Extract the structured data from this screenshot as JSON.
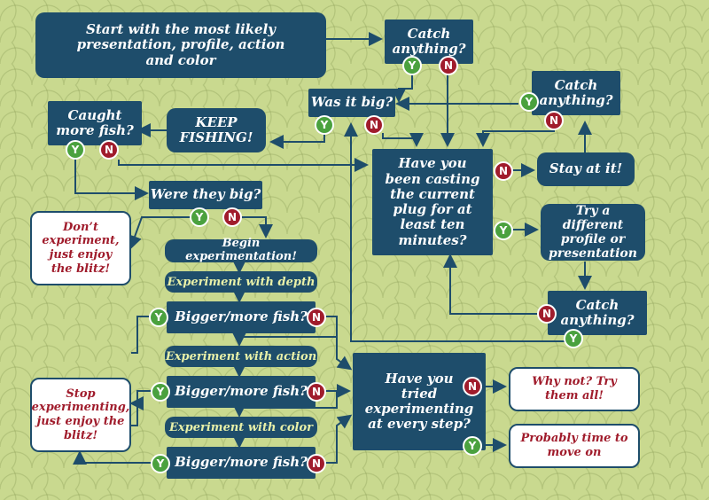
{
  "nodes": {
    "start": "Start with the most likely presentation, profile, action and color",
    "catch_top": "Catch anything?",
    "was_big": "Was it big?",
    "catch_right": "Catch anything?",
    "caught_more": "Caught more fish?",
    "keep_fishing": "KEEP FISHING!",
    "casting": "Have you been casting the current plug for at least ten minutes?",
    "stay": "Stay at it!",
    "were_big": "Were they big?",
    "try_different": "Try a different profile or presentation",
    "begin": "Begin experimentation!",
    "exp_depth": "Experiment with depth",
    "bigger1": "Bigger/more fish?",
    "exp_action": "Experiment with action",
    "bigger2": "Bigger/more fish?",
    "exp_color": "Experiment with color",
    "bigger3": "Bigger/more fish?",
    "catch_low": "Catch anything?",
    "tried_every": "Have you tried experimenting at every step?",
    "dont_exp": "Don’t experiment, just enjoy the blitz!",
    "stop_exp": "Stop experimenting, just enjoy the blitz!",
    "why_not": "Why not? Try them all!",
    "move_on": "Probably time to move on"
  },
  "yes": "Y",
  "no": "N",
  "colors": {
    "box": "#1e4d6b",
    "yes": "#4aa13e",
    "no": "#a01c2c",
    "bg": "#c9d98f"
  }
}
